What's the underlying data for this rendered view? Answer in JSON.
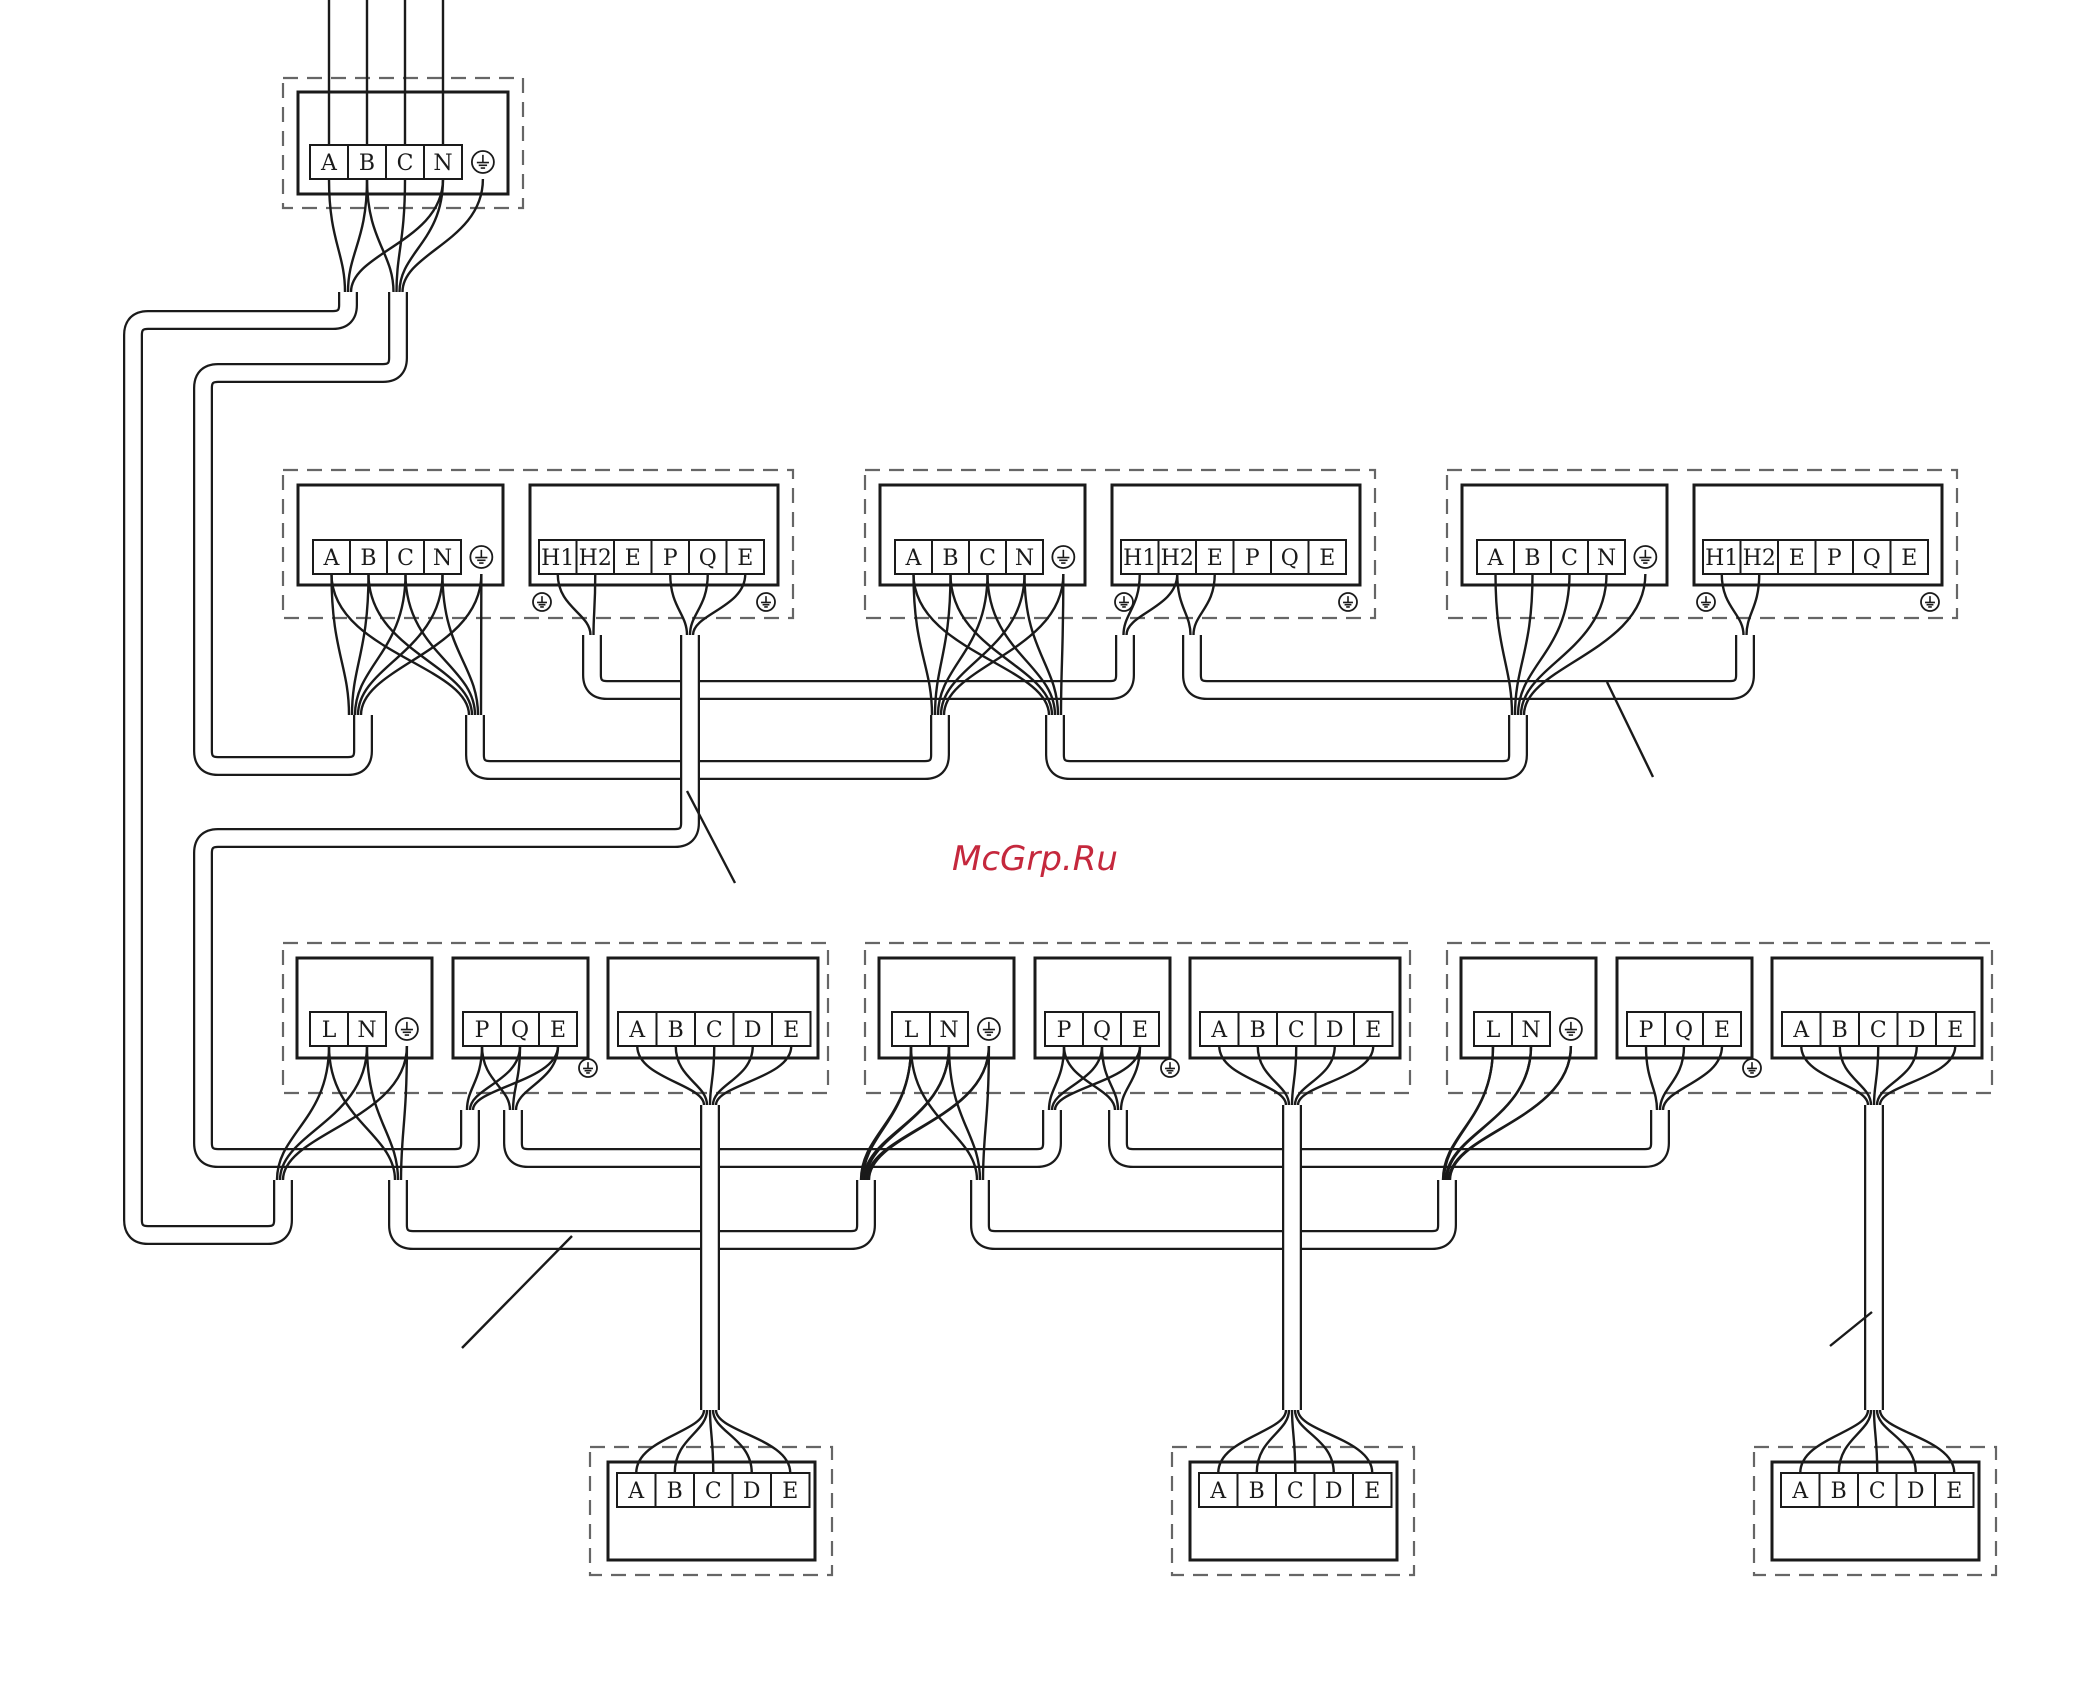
{
  "watermark": "McGrp.Ru",
  "terminal_blocks": {
    "power_supply": [
      "A",
      "B",
      "C",
      "N"
    ],
    "outdoor_power": [
      "A",
      "B",
      "C",
      "N"
    ],
    "outdoor_comm": [
      "H1",
      "H2",
      "E",
      "P",
      "Q",
      "E"
    ],
    "indoor_power": [
      "L",
      "N"
    ],
    "indoor_comm": [
      "P",
      "Q",
      "E"
    ],
    "indoor_ctrl": [
      "A",
      "B",
      "C",
      "D",
      "E"
    ],
    "wired_controller": [
      "A",
      "B",
      "C",
      "D",
      "E"
    ]
  },
  "ground_icon": "ground-icon",
  "colors": {
    "line": "#1a1a1a",
    "dashed": "#666666",
    "watermark": "#c5283d"
  }
}
